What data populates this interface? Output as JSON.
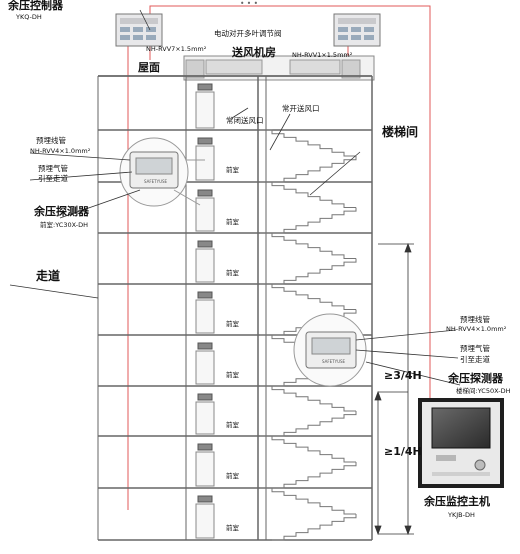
{
  "controller": {
    "title": "余压控制器",
    "model": "YKQ-DH"
  },
  "header_dots": "• • •",
  "damper_label": "电动对开多叶调节阀",
  "cable_left": "NH-RVV7×1.5mm²",
  "cable_right": "NH-RVV1×1.5mm²",
  "fan_room": "送风机房",
  "roof": "屋面",
  "normally_closed_vent": "常闭送风口",
  "normally_open_vent": "常开送风口",
  "stairwell": "楼梯间",
  "corridor": "走道",
  "front_room": "前室",
  "left_detector": {
    "conduit_label": "预埋线管",
    "conduit_spec": "NH-RVV4×1.0mm²",
    "air_pipe_label": "预埋气管",
    "air_pipe_sub": "引至走道",
    "title": "余压探测器",
    "model": "前室:YC30X-DH",
    "panel_text": "SAFETYUSE"
  },
  "right_detector": {
    "conduit_label": "预埋线管",
    "conduit_spec": "NH-RVV4×1.0mm²",
    "air_pipe_label": "预埋气管",
    "air_pipe_sub": "引至走道",
    "title": "余压探测器",
    "model": "楼梯间:YC50X-DH",
    "panel_text": "SAFETYUSE"
  },
  "dim_upper": "≥3/4H",
  "dim_lower": "≥1/4H",
  "host": {
    "title": "余压监控主机",
    "model": "YKJB-DH"
  },
  "colors": {
    "red": "#d23a3a",
    "wire": "#e05a5a",
    "line": "#555555",
    "host_frame": "#222222",
    "screen": "#3a3a3a"
  }
}
